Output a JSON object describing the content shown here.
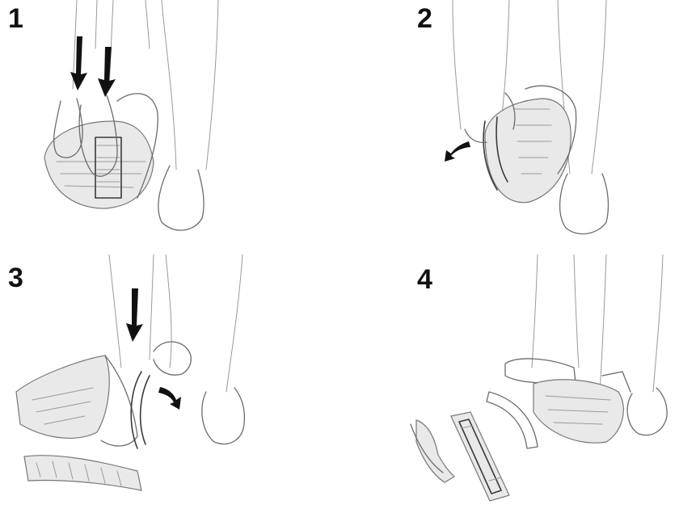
{
  "steps": [
    {
      "number": "1",
      "icon": "down-arrows-icon"
    },
    {
      "number": "2",
      "icon": "curved-arrow-icon"
    },
    {
      "number": "3",
      "icon": "down-and-curved-arrow-icon"
    },
    {
      "number": "4",
      "icon": "none"
    }
  ]
}
